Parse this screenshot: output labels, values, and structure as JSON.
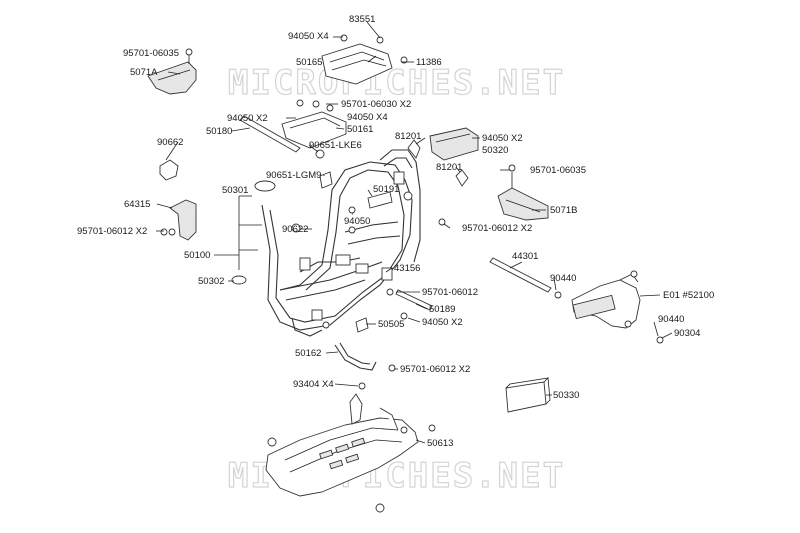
{
  "watermark": "MICROFICHES.NET",
  "labels": {
    "l83551": "83551",
    "l94050x4a": "94050 X4",
    "l95701_06035a": "95701-06035",
    "l11386": "11386",
    "l50165": "50165",
    "l5071A": "5071A",
    "l95701_06030x2": "95701-06030 X2",
    "l94050x2a": "94050  X2",
    "l94050x4b": "94050  X4",
    "l50180": "50180",
    "l50161": "50161",
    "l81201a": "81201",
    "l94050x2b": "94050 X2",
    "l90662": "90662",
    "l90651_lke6": "90651-LKE6",
    "l50320": "50320",
    "l90651_lgm9": "90651-LGM9",
    "l81201b": "81201",
    "l95701_06035b": "95701-06035",
    "l50301": "50301",
    "l50191": "50191",
    "l64315": "64315",
    "l94050": "94050",
    "l5071B": "5071B",
    "l95701_06012x2a": "95701-06012 X2",
    "l90622": "90622",
    "l95701_06012x2b": "95701-06012 X2",
    "l50100": "50100",
    "l44301": "44301",
    "l43156": "43156",
    "l90440a": "90440",
    "l50302": "50302",
    "l95701_06012": "95701-06012",
    "lE01": "E01 #52100",
    "l50189": "50189",
    "l50505": "50505",
    "l94050x2c": "94050  X2",
    "l90440b": "90440",
    "l90304": "90304",
    "l50162": "50162",
    "l95701_06012x2c": "95701-06012 X2",
    "l93404x4": "93404  X4",
    "l50330": "50330",
    "l50613": "50613"
  }
}
